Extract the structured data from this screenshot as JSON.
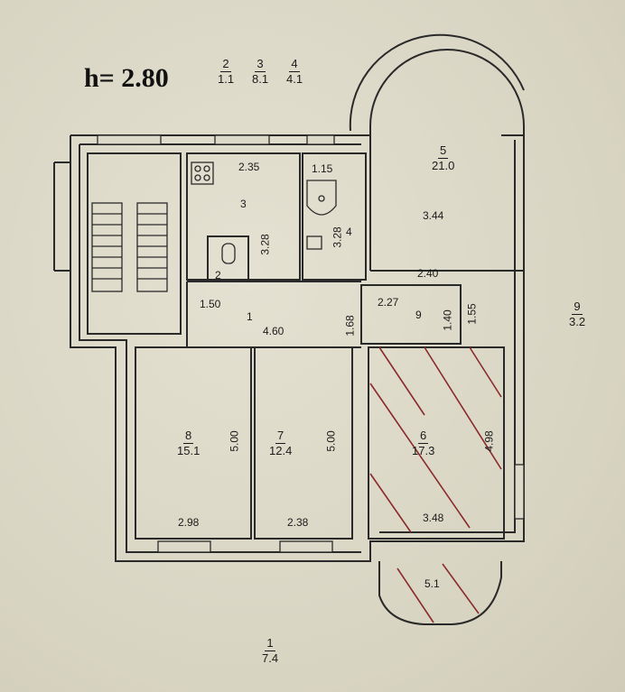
{
  "ceiling_height": "h= 2.80",
  "legend": [
    {
      "num": "2",
      "area": "1.1"
    },
    {
      "num": "3",
      "area": "8.1"
    },
    {
      "num": "4",
      "area": "4.1"
    }
  ],
  "rooms": {
    "r5": {
      "num": "5",
      "area": "21.0"
    },
    "r9_balcony": {
      "num": "9",
      "area": "3.2"
    },
    "r8": {
      "num": "8",
      "area": "15.1"
    },
    "r7": {
      "num": "7",
      "area": "12.4"
    },
    "r6": {
      "num": "6",
      "area": "17.3"
    },
    "r1_total": {
      "num": "1",
      "area": "7.4"
    }
  },
  "labels": {
    "r3_num": "3",
    "r2_num": "2",
    "r4_num": "4",
    "r1_num": "1",
    "r9_num": "9"
  },
  "dimensions": {
    "kitchen_width": "2.35",
    "bath_width": "1.15",
    "r5_depth": "3.44",
    "kitchen_depth": "3.28",
    "bath_depth": "3.28",
    "closet_outer": "2.40",
    "closet_inner": "2.27",
    "hall_small": "1.50",
    "hall_length": "4.60",
    "hall_depth": "1.68",
    "closet_depth_a": "1.40",
    "closet_depth_b": "1.55",
    "r8_depth": "5.00",
    "r7_depth": "5.00",
    "r6_depth": "4.98",
    "r8_width": "2.98",
    "r7_width": "2.38",
    "r6_width": "3.48",
    "balcony_width": "5.1"
  }
}
